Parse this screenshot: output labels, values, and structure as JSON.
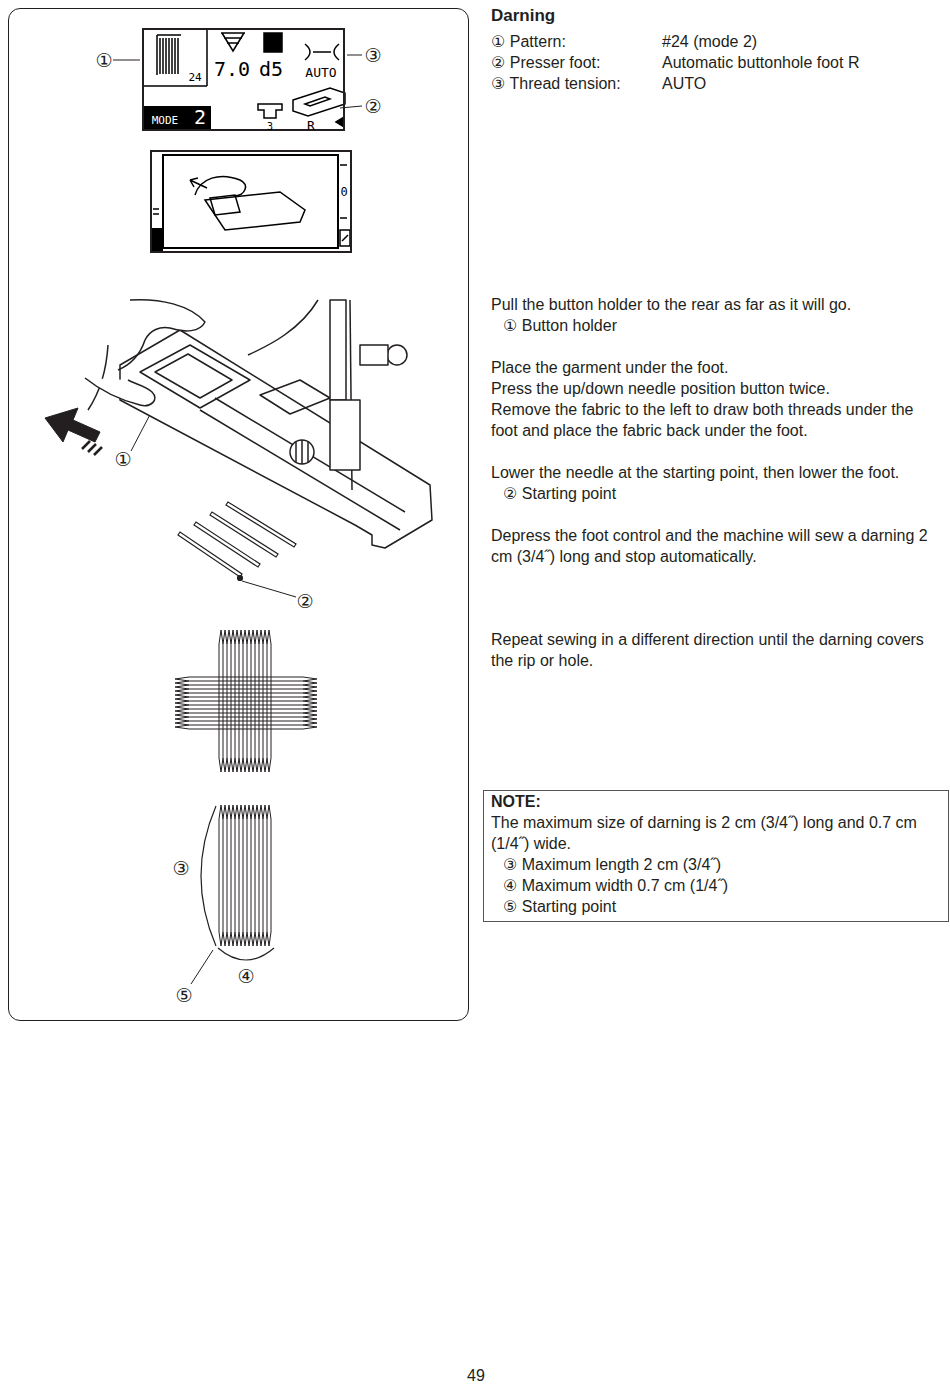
{
  "diagram": {
    "title": "Darning",
    "nodes": [
      {
        "text": [
          "①",
          "③",
          "②",
          "①",
          "②",
          "③",
          "④",
          "⑤"
        ]
      },
      {
        "text": [
          "24",
          "7.0",
          "d5",
          "AUTO",
          "MODE",
          "2",
          "3",
          "R"
        ],
        "in": 0
      },
      {
        "text": [
          "0"
        ],
        "in": 0
      },
      {
        "text": [
          "NOTE:",
          "The maximum size of darning is 2 cm (3/4˝) long and 0.7 cm (1/4˝) wide.",
          "③ Maximum length 2 cm (3/4˝)",
          "④ Maximum width 0.7 cm (1/4˝)",
          "⑤ Starting point"
        ]
      }
    ],
    "labels": [
      "① Pattern:",
      "#24 (mode 2)",
      "② Presser foot:",
      "Automatic buttonhole foot R",
      "③ Thread tension:",
      "AUTO",
      "Pull the button holder to the rear as far as it will go.",
      "① Button holder",
      "Place the garment under the foot.",
      "Press the up/down needle position button twice.",
      "Remove the fabric to the left to draw both threads under the foot and place the fabric back under the foot.",
      "Lower the needle at the starting point, then lower the foot.",
      "② Starting point",
      "Depress the foot control and the machine will sew a darning 2 cm (3/4˝) long and stop automatically.",
      "Repeat sewing in a different direction until the darning covers the rip or hole.",
      "49"
    ]
  }
}
